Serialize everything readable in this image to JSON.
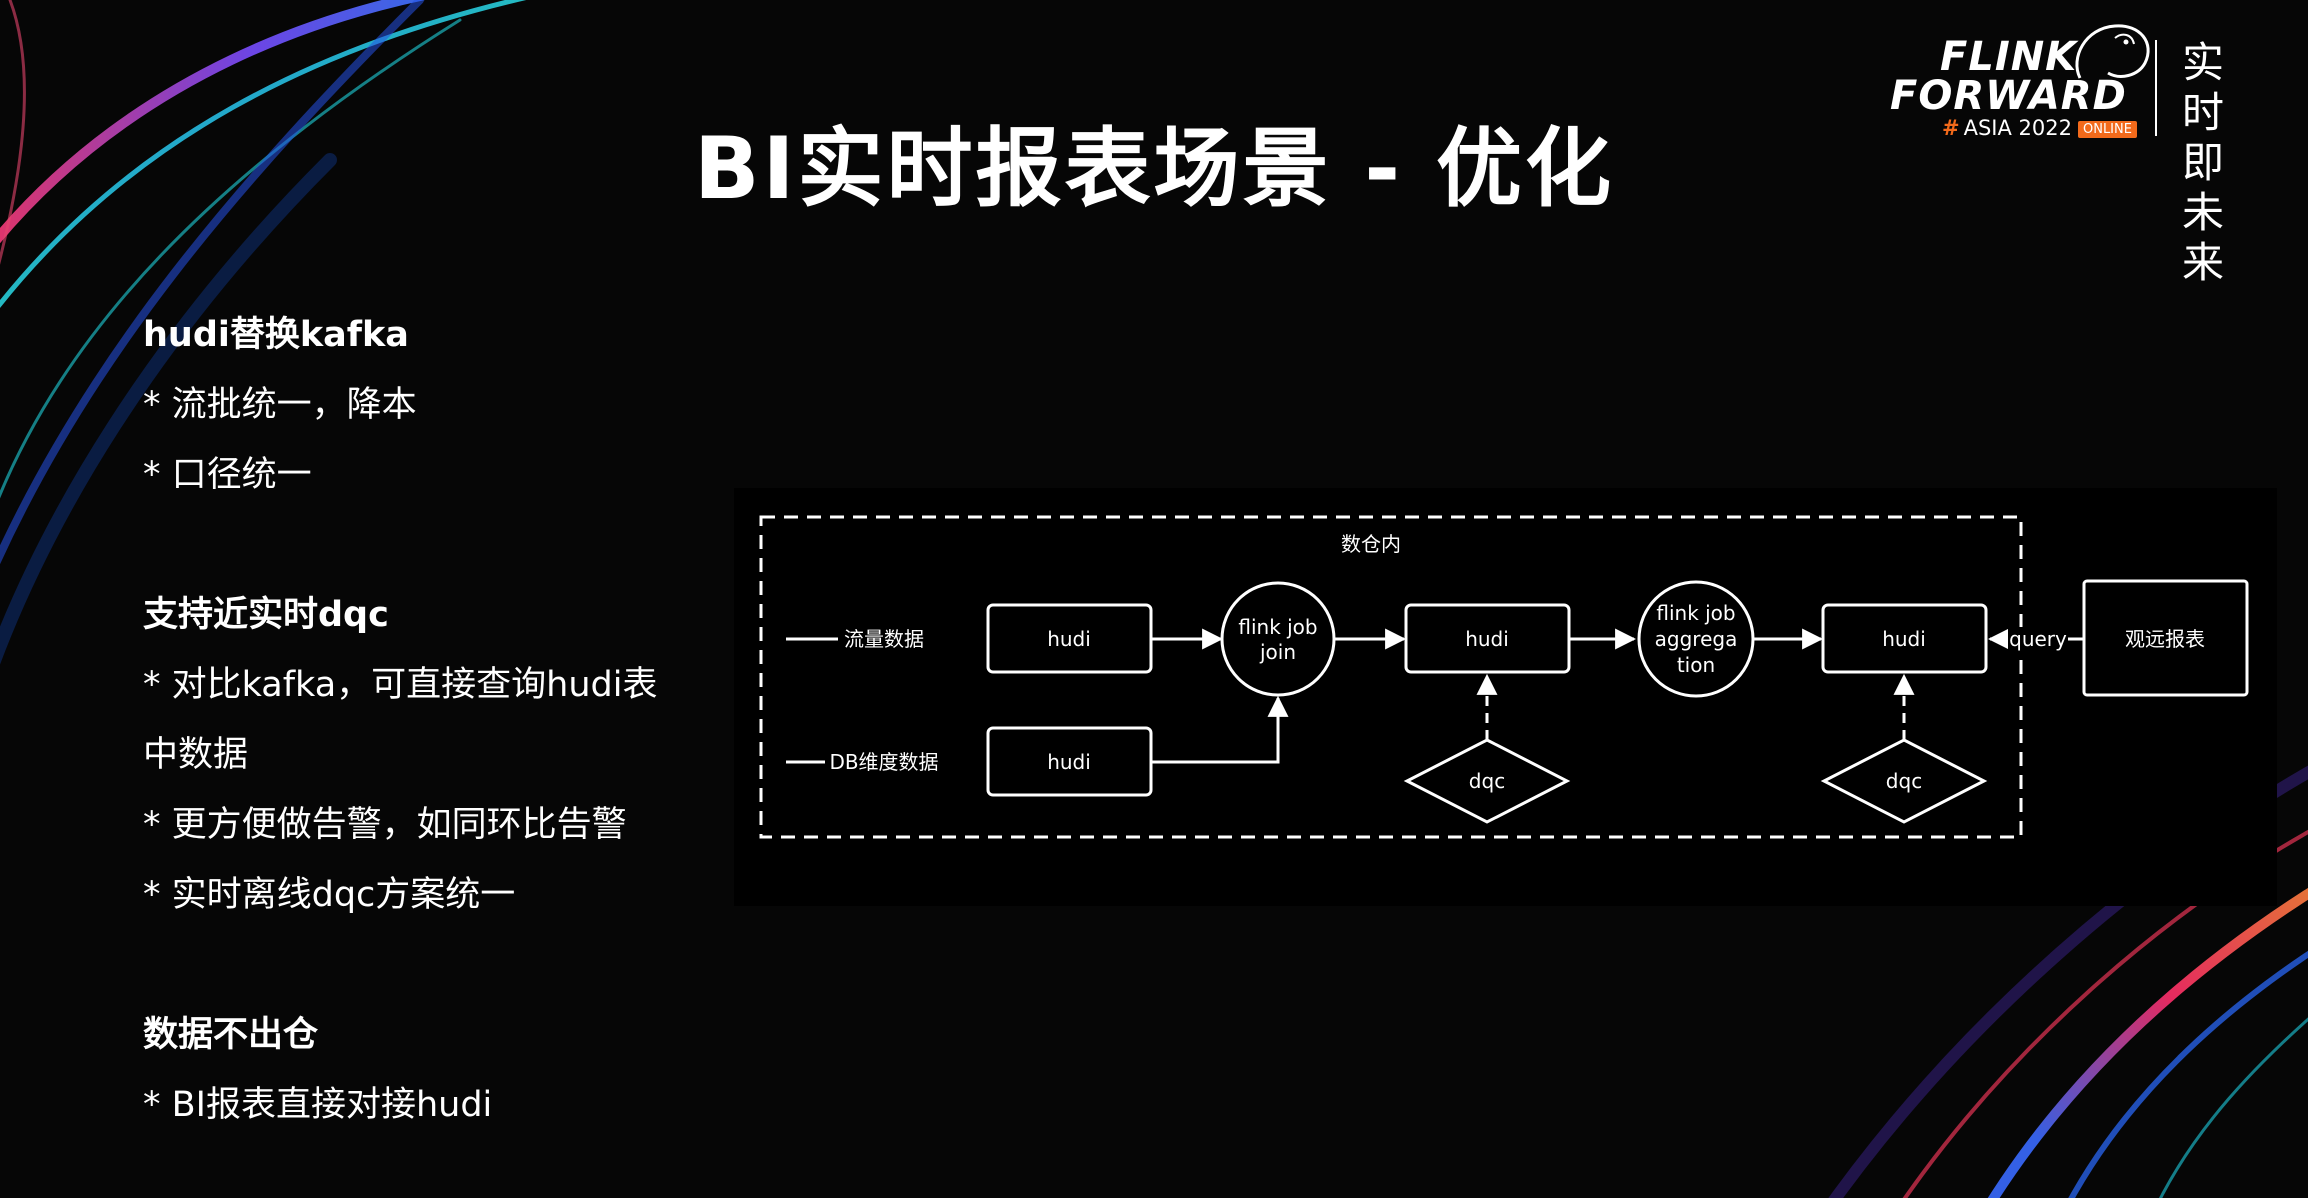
{
  "slide": {
    "title": "BI实时报表场景 - 优化"
  },
  "logo": {
    "line1": "FLINK",
    "line2": "FORWARD",
    "hash": "#",
    "event": "ASIA 2022",
    "badge": "ONLINE",
    "slogan_line1": "实时即",
    "slogan_line2": "未来"
  },
  "left_panel": {
    "sections": [
      {
        "heading": "hudi替换kafka",
        "items": [
          "* 流批统一，降本",
          "* 口径统一"
        ]
      },
      {
        "heading": "支持近实时dqc",
        "items": [
          "* 对比kafka，可直接查询hudi表",
          "中数据",
          "* 更方便做告警，如同环比告警",
          "* 实时离线dqc方案统一"
        ]
      },
      {
        "heading": "数据不出仓",
        "items": [
          "* BI报表直接对接hudi"
        ]
      }
    ]
  },
  "diagram": {
    "boundary_label": "数仓内",
    "inputs": [
      "流量数据",
      "DB维度数据"
    ],
    "nodes": {
      "hudi_traffic": "hudi",
      "hudi_db": "hudi",
      "join_job": [
        "flink job",
        "join"
      ],
      "hudi_joined": "hudi",
      "agg_job": [
        "flink job",
        "aggrega",
        "tion"
      ],
      "hudi_agg": "hudi",
      "dqc_1": "dqc",
      "dqc_2": "dqc",
      "report": "观远报表"
    },
    "edge_label_query": "query"
  }
}
